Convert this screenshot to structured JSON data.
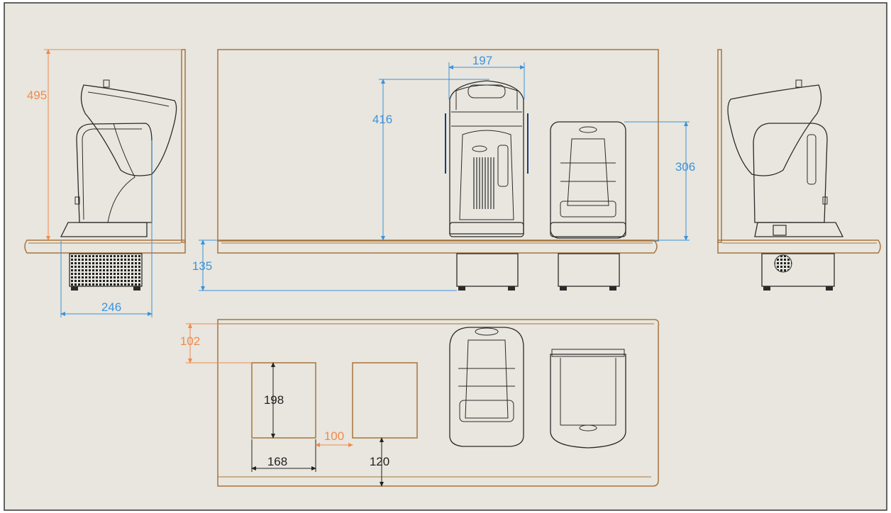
{
  "colors": {
    "background": "#e8e6de",
    "frame": "#333333",
    "wood": "#a8743f",
    "line": "#2a2a2a",
    "dim_blue": "#3d93dc",
    "dim_orange": "#f28a4e",
    "dim_black": "#222222"
  },
  "dimensions": {
    "side_height": "495",
    "side_width": "246",
    "counter_offset": "135",
    "machine_height": "416",
    "machine_width": "197",
    "grinder_height": "306",
    "top_margin": "102",
    "cutout_depth": "198",
    "cutout_width": "168",
    "cutout_gap": "100",
    "front_margin": "120"
  }
}
